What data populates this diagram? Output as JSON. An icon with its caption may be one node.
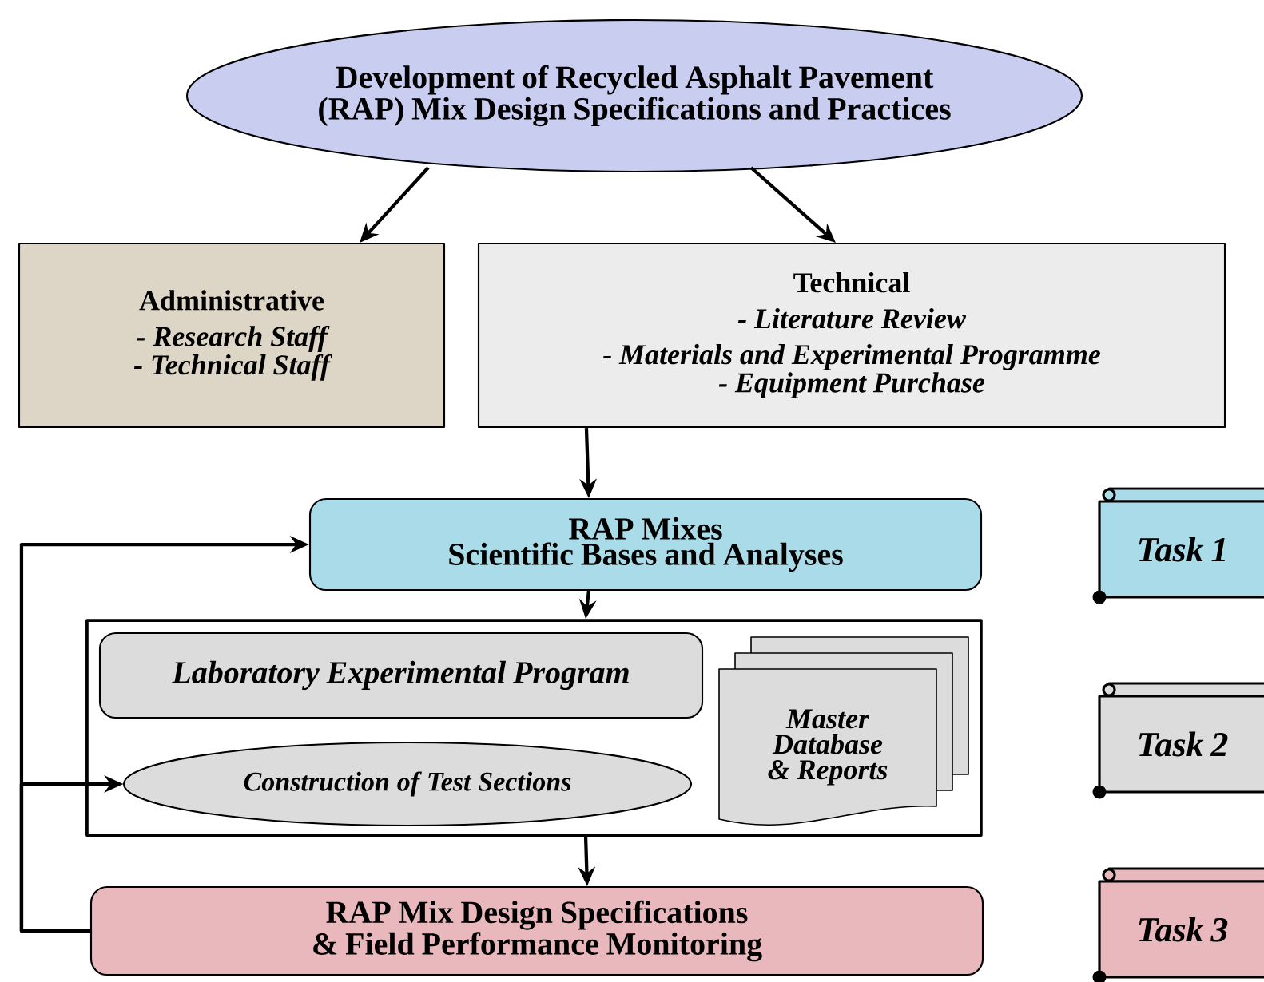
{
  "diagram": {
    "nodes": [
      {
        "text": [
          "Development of Recycled Asphalt Pavement (RAP) Mix Design Specifications and Practices"
        ]
      },
      {
        "text": [
          "Administrative",
          "- Research Staff",
          "- Technical Staff"
        ]
      },
      {
        "text": [
          "Technical",
          "- Literature Review",
          "- Materials and Experimental Programme",
          "- Equipment Purchase"
        ]
      },
      {
        "text": [
          "RAP Mixes",
          "Scientific Bases and Analyses"
        ]
      },
      {
        "text": [],
        "shape": "box"
      },
      {
        "text": [
          "Laboratory Experimental Program"
        ],
        "in": 4
      },
      {
        "text": [
          "Construction of Test Sections"
        ],
        "in": 4
      },
      {
        "text": [
          "Master Database & Reports"
        ],
        "in": 4
      },
      {
        "text": [
          "RAP Mix Design Specifications & Field Performance Monitoring"
        ]
      },
      {
        "text": [
          "Task 1"
        ]
      },
      {
        "text": [
          "Task 2"
        ]
      },
      {
        "text": [
          "Task 3"
        ]
      }
    ],
    "edges": [
      {
        "from": 0,
        "to": 1,
        "arrow": "to"
      },
      {
        "from": 0,
        "to": 2,
        "arrow": "to"
      },
      {
        "from": 2,
        "to": 3,
        "arrow": "to"
      },
      {
        "from": 3,
        "to": 4,
        "arrow": "to"
      },
      {
        "from": 4,
        "to": 8,
        "arrow": "to"
      },
      {
        "from": 8,
        "to": 3,
        "arrow": "to"
      },
      {
        "from": 8,
        "to": 6,
        "arrow": "to"
      }
    ]
  }
}
